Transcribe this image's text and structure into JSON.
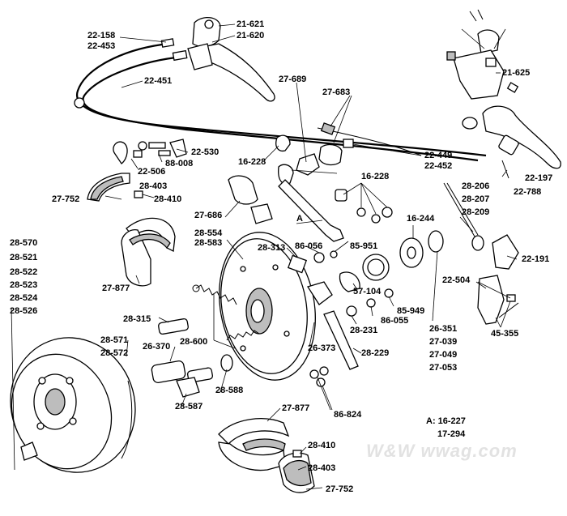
{
  "labels": {
    "l_22_158": "22-158",
    "l_22_453": "22-453",
    "l_21_621": "21-621",
    "l_21_620": "21-620",
    "l_22_451": "22-451",
    "l_27_689": "27-689",
    "l_27_683": "27-683",
    "l_21_625": "21-625",
    "l_22_530": "22-530",
    "l_88_008": "88-008",
    "l_22_506": "22-506",
    "l_16_228_a": "16-228",
    "l_22_449": "22-449",
    "l_22_452": "22-452",
    "l_28_403_a": "28-403",
    "l_27_752_a": "27-752",
    "l_28_410_a": "28-410",
    "l_16_228_b": "16-228",
    "l_22_197": "22-197",
    "l_22_788": "22-788",
    "l_28_206": "28-206",
    "l_28_207": "28-207",
    "l_28_209": "28-209",
    "l_27_686": "27-686",
    "l_a_link": "A",
    "l_16_244": "16-244",
    "l_28_554": "28-554",
    "l_28_583": "28-583",
    "l_28_313": "28-313",
    "l_86_056": "86-056",
    "l_85_951": "85-951",
    "l_22_191": "22-191",
    "l_28_570": "28-570",
    "l_28_521": "28-521",
    "l_28_522": "28-522",
    "l_28_523": "28-523",
    "l_28_524": "28-524",
    "l_28_526": "28-526",
    "l_27_877_a": "27-877",
    "l_57_104": "57-104",
    "l_22_504": "22-504",
    "l_85_949": "85-949",
    "l_86_055": "86-055",
    "l_28_315": "28-315",
    "l_28_231": "28-231",
    "l_45_355": "45-355",
    "l_26_351": "26-351",
    "l_27_039": "27-039",
    "l_27_049": "27-049",
    "l_27_053": "27-053",
    "l_28_571": "28-571",
    "l_28_572": "28-572",
    "l_26_370": "26-370",
    "l_28_600": "28-600",
    "l_26_373": "26-373",
    "l_28_229": "28-229",
    "l_28_588": "28-588",
    "l_28_587": "28-587",
    "l_27_877_b": "27-877",
    "l_86_824": "86-824",
    "l_a_ref_1": "A: 16-227",
    "l_a_ref_2": "17-294",
    "l_28_410_b": "28-410",
    "l_28_403_b": "28-403",
    "l_27_752_b": "27-752"
  },
  "watermark": "W&W  wwag.com"
}
